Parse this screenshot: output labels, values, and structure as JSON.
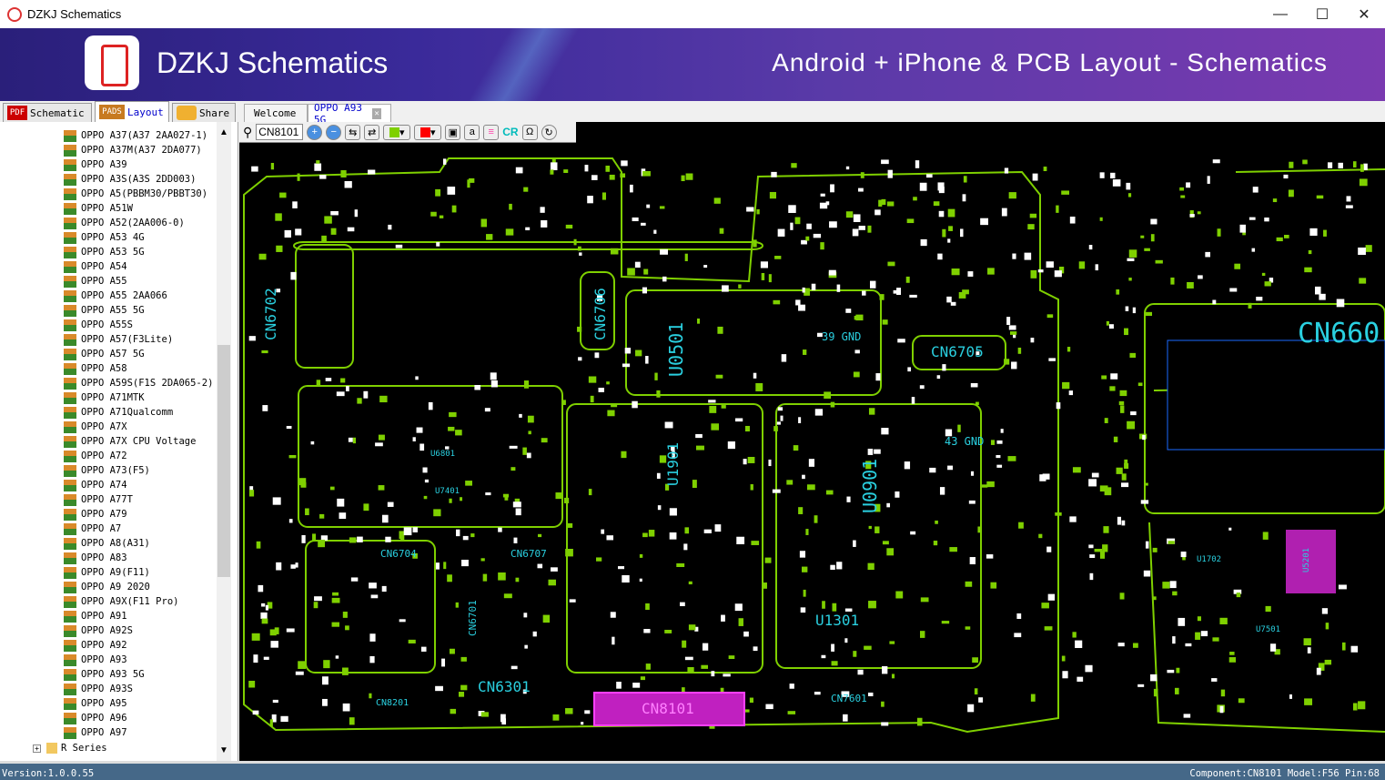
{
  "window": {
    "title": "DZKJ Schematics",
    "minimize": "—",
    "maximize": "☐",
    "close": "✕"
  },
  "banner": {
    "app_name": "DZKJ Schematics",
    "tagline": "Android + iPhone & PCB Layout - Schematics"
  },
  "main_tabs": [
    {
      "label": "Schematic",
      "icon": "PDF"
    },
    {
      "label": "Layout",
      "icon": "PADS"
    },
    {
      "label": "Share",
      "icon": "cloud"
    }
  ],
  "doc_tabs": [
    {
      "label": "Welcome"
    },
    {
      "label": "OPPO A93 5G",
      "close": "✕"
    }
  ],
  "toolbar": {
    "search_value": "CN8101",
    "cr_label": "CR",
    "fg_color": "#7fd000",
    "bg_color": "#ff0000"
  },
  "tree": {
    "items": [
      "OPPO A37(A37 2AA027-1)",
      "OPPO A37M(A37 2DA077)",
      "OPPO A39",
      "OPPO A3S(A3S 2DD003)",
      "OPPO A5(PBBM30/PBBT30)",
      "OPPO A51W",
      "OPPO A52(2AA006-0)",
      "OPPO A53 4G",
      "OPPO A53 5G",
      "OPPO A54",
      "OPPO A55",
      "OPPO A55 2AA066",
      "OPPO A55 5G",
      "OPPO A55S",
      "OPPO A57(F3Lite)",
      "OPPO A57 5G",
      "OPPO A58",
      "OPPO A59S(F1S 2DA065-2)",
      "OPPO A71MTK",
      "OPPO A71Qualcomm",
      "OPPO A7X",
      "OPPO A7X CPU Voltage",
      "OPPO A72",
      "OPPO A73(F5)",
      "OPPO A74",
      "OPPO A77T",
      "OPPO A79",
      "OPPO A7",
      "OPPO A8(A31)",
      "OPPO A83",
      "OPPO A9(F11)",
      "OPPO A9 2020",
      "OPPO A9X(F11 Pro)",
      "OPPO A91",
      "OPPO A92S",
      "OPPO A92",
      "OPPO A93",
      "OPPO A93 5G",
      "OPPO A93S",
      "OPPO A95",
      "OPPO A96",
      "OPPO A97"
    ],
    "folder": "R Series"
  },
  "pcb": {
    "components": [
      "CN6702",
      "CN6706",
      "U0501",
      "39 GND",
      "CN6705",
      "CN660",
      "U6801",
      "U7401",
      "U1901",
      "U0901",
      "43 GND",
      "CN6704",
      "CN6707",
      "CN6701",
      "CN6301",
      "CN8101",
      "CN8201",
      "U1301",
      "CN7601",
      "U5201",
      "U7501",
      "U1702"
    ]
  },
  "status": {
    "version": "Version:1.0.0.55",
    "component_info": "Component:CN8101 Model:F56 Pin:68"
  }
}
